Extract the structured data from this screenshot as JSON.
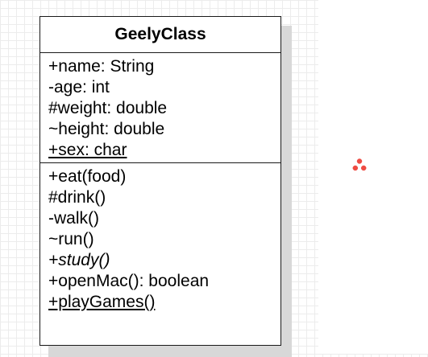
{
  "class": {
    "name": "GeelyClass",
    "attributes": [
      "+name: String",
      "-age: int",
      "#weight: double",
      "~height: double",
      "+sex: char"
    ],
    "operations": [
      "+eat(food)",
      "#drink()",
      "-walk()",
      "~run()",
      "+study()",
      "+openMac(): boolean",
      "+playGames()"
    ]
  },
  "icons": {
    "spark": "spark-icon",
    "spark_color": "#ef4b43"
  }
}
